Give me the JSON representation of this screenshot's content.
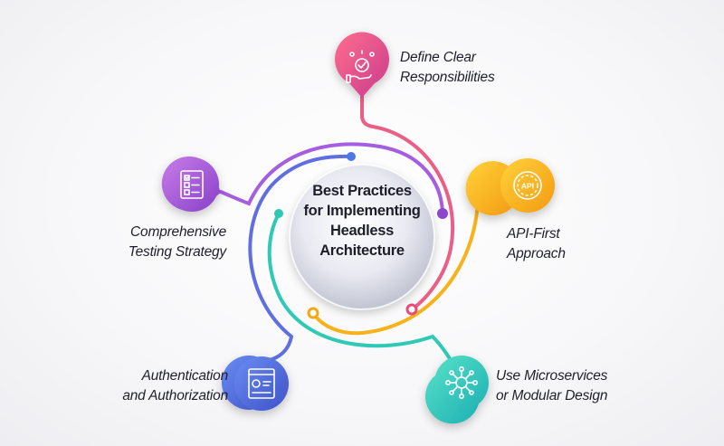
{
  "center": {
    "lines": [
      "Best Practices",
      "for Implementing",
      "Headless",
      "Architecture"
    ]
  },
  "practices": [
    {
      "lines": [
        "Define Clear",
        "Responsibilities"
      ],
      "icon": "checklist-hand-icon",
      "color": "#e84a7a"
    },
    {
      "lines": [
        "API-First",
        "Approach"
      ],
      "icon": "api-gear-icon",
      "color": "#f6b71a"
    },
    {
      "lines": [
        "Use Microservices",
        "or Modular Design"
      ],
      "icon": "network-hub-icon",
      "color": "#2ec9b3"
    },
    {
      "lines": [
        "Authentication",
        "and Authorization"
      ],
      "icon": "id-card-icon",
      "color": "#5576e0"
    },
    {
      "lines": [
        "Comprehensive",
        "Testing Strategy"
      ],
      "icon": "checklist-icon",
      "color": "#a35ad8"
    }
  ]
}
